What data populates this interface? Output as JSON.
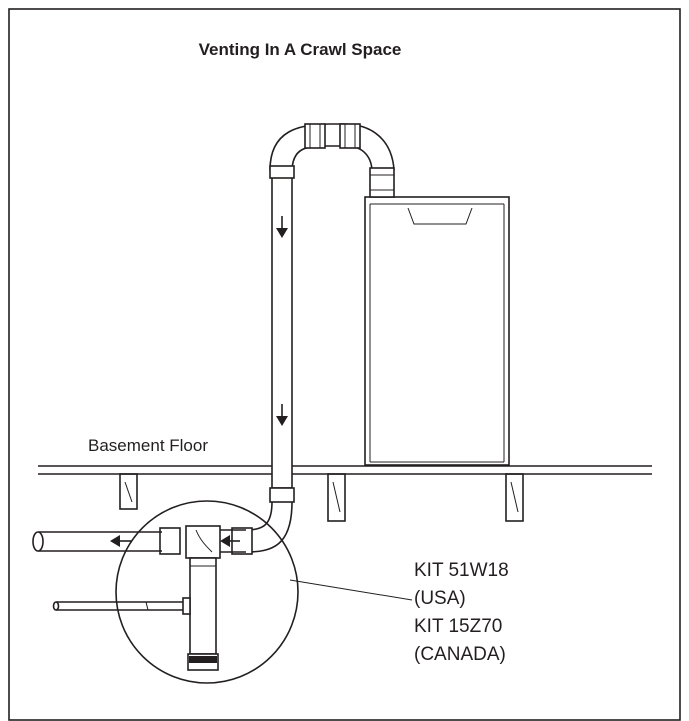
{
  "diagram": {
    "title": "Venting In A Crawl Space",
    "floor_label": "Basement Floor",
    "kit_lines": [
      "KIT 51W18",
      "(USA)",
      "KIT 15Z70",
      "(CANADA)"
    ],
    "colors": {
      "line": "#231f20",
      "background": "#ffffff"
    },
    "flow_arrows": [
      "arrow-down",
      "arrow-down",
      "arrow-left",
      "arrow-left"
    ]
  }
}
